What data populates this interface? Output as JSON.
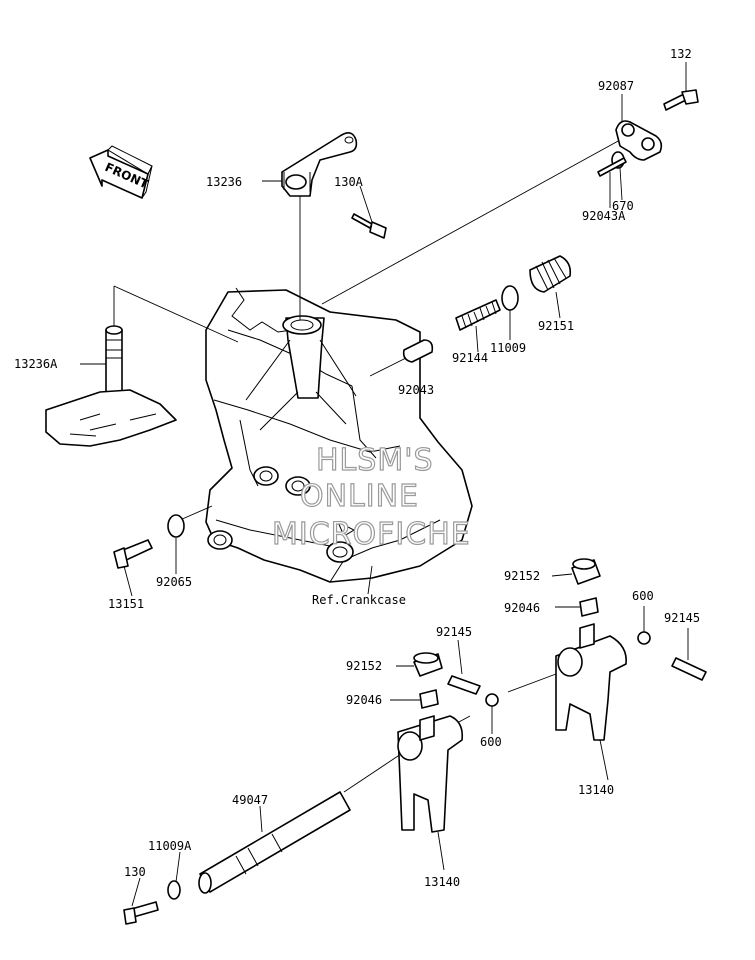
{
  "front_arrow_label": "FRONT",
  "watermark": [
    "HLSM'S",
    "ONLINE",
    "MICROFICHE"
  ],
  "ref_label": "Ref.Crankcase",
  "part_labels": [
    "132",
    "92087",
    "13236",
    "130A",
    "670",
    "92043A",
    "92151",
    "92144",
    "11009",
    "92043",
    "13236A",
    "92065",
    "13151",
    "92152",
    "92046",
    "600",
    "92145",
    "92152",
    "92145",
    "92046",
    "600",
    "13140",
    "49047",
    "11009A",
    "13140",
    "130"
  ]
}
